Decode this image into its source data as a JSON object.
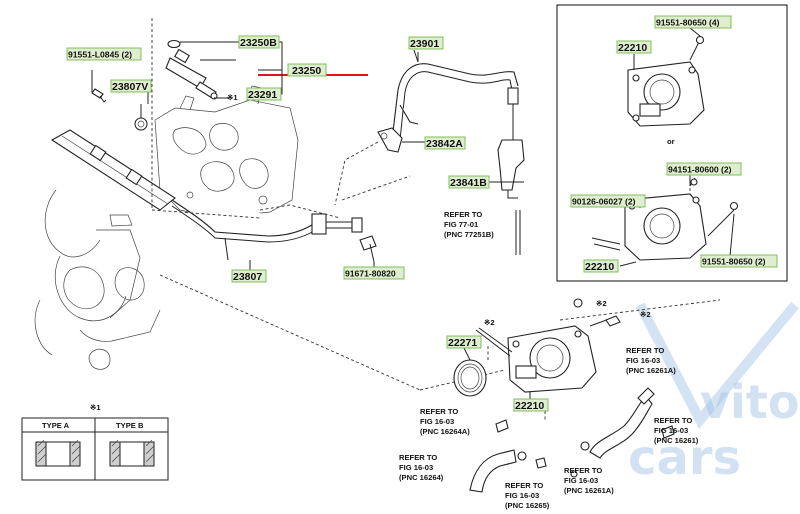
{
  "part_numbers": {
    "p_91551_L0845": "91551-L0845 (2)",
    "p_23250B": "23250B",
    "p_23250": "23250",
    "p_23291": "23291",
    "p_23807V": "23807V",
    "p_23901": "23901",
    "p_23842A": "23842A",
    "p_23841B": "23841B",
    "p_23807": "23807",
    "p_91671_80820": "91671-80820",
    "p_22210_top": "22210",
    "p_91551_80650_4": "91551-80650 (4)",
    "p_94151_80600": "94151-80600 (2)",
    "p_90126_06027": "90126-06027 (2)",
    "p_22210_mid": "22210",
    "p_91551_80650_2": "91551-80650 (2)",
    "p_22271": "22271",
    "p_22210_bottom": "22210"
  },
  "marks": {
    "note1_a": "※1",
    "note1_b": "※1",
    "note2_a": "※2",
    "note2_b": "※2",
    "note2_c": "※2",
    "or_text": "or"
  },
  "references": {
    "ref_77": [
      "REFER TO",
      "FIG 77-01",
      "(PNC 77251B)"
    ],
    "ref_16261A_top": [
      "REFER TO",
      "FIG 16-03",
      "(PNC 16261A)"
    ],
    "ref_16264A": [
      "REFER TO",
      "FIG 16-03",
      "(PNC 16264A)"
    ],
    "ref_16261": [
      "REFER TO",
      "FIG 16-03",
      "(PNC 16261)"
    ],
    "ref_16264": [
      "REFER TO",
      "FIG 16-03",
      "(PNC 16264)"
    ],
    "ref_16261A_bottom": [
      "REFER TO",
      "FIG 16-03",
      "(PNC 16261A)"
    ],
    "ref_16265": [
      "REFER TO",
      "FIG 16-03",
      "(PNC 16265)"
    ]
  },
  "legend": {
    "note": "※1",
    "type_a": "TYPE A",
    "type_b": "TYPE B"
  },
  "watermark": {
    "line1": "vito",
    "line2": "cars"
  },
  "colors": {
    "highlight": "#dfeed0",
    "highlight_border": "#7fbf5a",
    "red_marker": "#e0141c",
    "watermark": "#9fc0e6"
  }
}
